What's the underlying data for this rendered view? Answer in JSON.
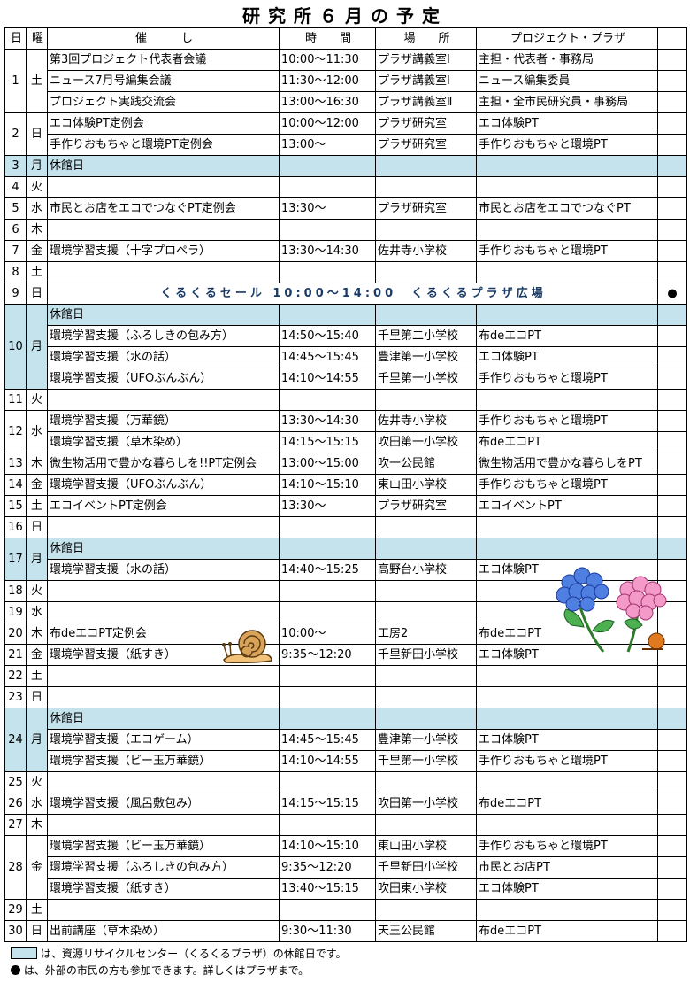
{
  "title": "研究所６月の予定",
  "headers": [
    "日",
    "曜",
    "催　　　し",
    "時　　間",
    "場　　所",
    "プロジェクト・プラザ",
    ""
  ],
  "rows": [
    {
      "day": "1",
      "dow": "土",
      "event": "第3回プロジェクト代表者会議",
      "time": "10:00～11:30",
      "place": "プラザ講義室Ⅰ",
      "project": "主担・代表者・事務局"
    },
    {
      "event": "ニュース7月号編集会議",
      "time": "11:30～12:00",
      "place": "プラザ講義室Ⅰ",
      "project": "ニュース編集委員"
    },
    {
      "event": "プロジェクト実践交流会",
      "time": "13:00～16:30",
      "place": "プラザ講義室Ⅱ",
      "project": "主担・全市民研究員・事務局"
    },
    {
      "day": "2",
      "dow": "日",
      "event": "エコ体験PT定例会",
      "time": "10:00～12:00",
      "place": "プラザ研究室",
      "project": "エコ体験PT"
    },
    {
      "event": "手作りおもちゃと環境PT定例会",
      "time": "13:00～",
      "place": "プラザ研究室",
      "project": "手作りおもちゃと環境PT"
    },
    {
      "day": "3",
      "dow": "月",
      "event": "休館日",
      "time": "",
      "place": "",
      "project": "",
      "closed": true
    },
    {
      "day": "4",
      "dow": "火",
      "event": "",
      "time": "",
      "place": "",
      "project": ""
    },
    {
      "day": "5",
      "dow": "水",
      "event": "市民とお店をエコでつなぐPT定例会",
      "time": "13:30～",
      "place": "プラザ研究室",
      "project": "市民とお店をエコでつなぐPT"
    },
    {
      "day": "6",
      "dow": "木",
      "event": "",
      "time": "",
      "place": "",
      "project": ""
    },
    {
      "day": "7",
      "dow": "金",
      "event": "環境学習支援（十字プロペラ）",
      "time": "13:30～14:30",
      "place": "佐井寺小学校",
      "project": "手作りおもちゃと環境PT"
    },
    {
      "day": "8",
      "dow": "土",
      "event": "",
      "time": "",
      "place": "",
      "project": ""
    },
    {
      "day": "9",
      "dow": "日",
      "sale": "くるくるセール 10:00～14:00　くるくるプラザ広場",
      "mark": "●"
    },
    {
      "day": "10",
      "dow": "月",
      "event": "休館日",
      "time": "",
      "place": "",
      "project": "",
      "closed": true
    },
    {
      "event": "環境学習支援（ふろしきの包み方）",
      "time": "14:50～15:40",
      "place": "千里第二小学校",
      "project": "布deエコPT"
    },
    {
      "event": "環境学習支援（水の話）",
      "time": "14:45～15:45",
      "place": "豊津第一小学校",
      "project": "エコ体験PT"
    },
    {
      "event": "環境学習支援（UFOぶんぶん）",
      "time": "14:10～14:55",
      "place": "千里第一小学校",
      "project": "手作りおもちゃと環境PT"
    },
    {
      "day": "11",
      "dow": "火",
      "event": "",
      "time": "",
      "place": "",
      "project": ""
    },
    {
      "day": "12",
      "dow": "水",
      "event": "環境学習支援（万華鏡）",
      "time": "13:30～14:30",
      "place": "佐井寺小学校",
      "project": "手作りおもちゃと環境PT"
    },
    {
      "event": "環境学習支援（草木染め）",
      "time": "14:15～15:15",
      "place": "吹田第一小学校",
      "project": "布deエコPT"
    },
    {
      "day": "13",
      "dow": "木",
      "event": "微生物活用で豊かな暮らしを!!PT定例会",
      "time": "13:00～15:00",
      "place": "吹一公民館",
      "project": "微生物活用で豊かな暮らしをPT"
    },
    {
      "day": "14",
      "dow": "金",
      "event": "環境学習支援（UFOぶんぶん）",
      "time": "14:10～15:10",
      "place": "東山田小学校",
      "project": "手作りおもちゃと環境PT"
    },
    {
      "day": "15",
      "dow": "土",
      "event": "エコイベントPT定例会",
      "time": "13:30～",
      "place": "プラザ研究室",
      "project": "エコイベントPT"
    },
    {
      "day": "16",
      "dow": "日",
      "event": "",
      "time": "",
      "place": "",
      "project": ""
    },
    {
      "day": "17",
      "dow": "月",
      "event": "休館日",
      "time": "",
      "place": "",
      "project": "",
      "closed": true
    },
    {
      "event": "環境学習支援（水の話）",
      "time": "14:40～15:25",
      "place": "高野台小学校",
      "project": "エコ体験PT"
    },
    {
      "day": "18",
      "dow": "火",
      "event": "",
      "time": "",
      "place": "",
      "project": ""
    },
    {
      "day": "19",
      "dow": "水",
      "event": "",
      "time": "",
      "place": "",
      "project": ""
    },
    {
      "day": "20",
      "dow": "木",
      "event": "布deエコPT定例会",
      "time": "10:00～",
      "place": "工房2",
      "project": "布deエコPT"
    },
    {
      "day": "21",
      "dow": "金",
      "event": "環境学習支援（紙すき）",
      "time": "9:35～12:20",
      "place": "千里新田小学校",
      "project": "エコ体験PT"
    },
    {
      "day": "22",
      "dow": "土",
      "event": "",
      "time": "",
      "place": "",
      "project": ""
    },
    {
      "day": "23",
      "dow": "日",
      "event": "",
      "time": "",
      "place": "",
      "project": ""
    },
    {
      "day": "24",
      "dow": "月",
      "event": "休館日",
      "time": "",
      "place": "",
      "project": "",
      "closed": true
    },
    {
      "event": "環境学習支援（エコゲーム）",
      "time": "14:45～15:45",
      "place": "豊津第一小学校",
      "project": "エコ体験PT"
    },
    {
      "event": "環境学習支援（ビー玉万華鏡）",
      "time": "14:10～14:55",
      "place": "千里第一小学校",
      "project": "手作りおもちゃと環境PT"
    },
    {
      "day": "25",
      "dow": "火",
      "event": "",
      "time": "",
      "place": "",
      "project": ""
    },
    {
      "day": "26",
      "dow": "水",
      "event": "環境学習支援（風呂敷包み）",
      "time": "14:15～15:15",
      "place": "吹田第一小学校",
      "project": "布deエコPT"
    },
    {
      "day": "27",
      "dow": "木",
      "event": "",
      "time": "",
      "place": "",
      "project": ""
    },
    {
      "day": "28",
      "dow": "金",
      "event": "環境学習支援（ビー玉万華鏡）",
      "time": "14:10～15:10",
      "place": "東山田小学校",
      "project": "手作りおもちゃと環境PT"
    },
    {
      "event": "環境学習支援（ふろしきの包み方）",
      "time": "9:35～12:20",
      "place": "千里新田小学校",
      "project": "市民とお店PT"
    },
    {
      "event": "環境学習支援（紙すき）",
      "time": "13:40～15:15",
      "place": "吹田東小学校",
      "project": "エコ体験PT"
    },
    {
      "day": "29",
      "dow": "土",
      "event": "",
      "time": "",
      "place": "",
      "project": ""
    },
    {
      "day": "30",
      "dow": "日",
      "event": "出前講座（草木染め）",
      "time": "9:30～11:30",
      "place": "天王公民館",
      "project": "布deエコPT"
    }
  ],
  "legend": {
    "closed_note": "は、資源リサイクルセンター（くるくるプラザ）の休館日です。",
    "dot_note": "は、外部の市民の方も参加できます。詳しくはプラザまで。"
  },
  "colors": {
    "closed_bg": "#c5e3ec",
    "sale_text": "#1a3a66"
  },
  "icons": [
    "snail-illustration",
    "hydrangea-illustration",
    "legend-swatch",
    "legend-dot"
  ]
}
